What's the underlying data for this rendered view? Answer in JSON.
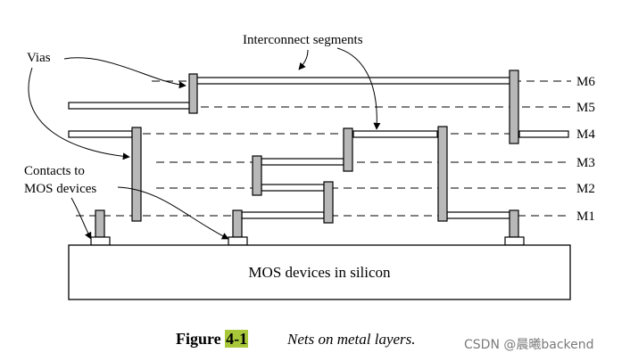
{
  "figure": {
    "callouts": {
      "interconnect": "Interconnect segments",
      "vias": "Vias",
      "contacts_line1": "Contacts to",
      "contacts_line2": "MOS devices"
    },
    "layers": [
      "M6",
      "M5",
      "M4",
      "M3",
      "M2",
      "M1"
    ],
    "substrate_label": "MOS devices in silicon",
    "caption": {
      "label_prefix": "Figure ",
      "label_number": "4-1",
      "text": "Nets on metal layers."
    },
    "watermark": "CSDN @晨曦backend",
    "colors": {
      "via_fill": "#b8b8b8",
      "caption_highlight": "#a8c83a"
    }
  }
}
